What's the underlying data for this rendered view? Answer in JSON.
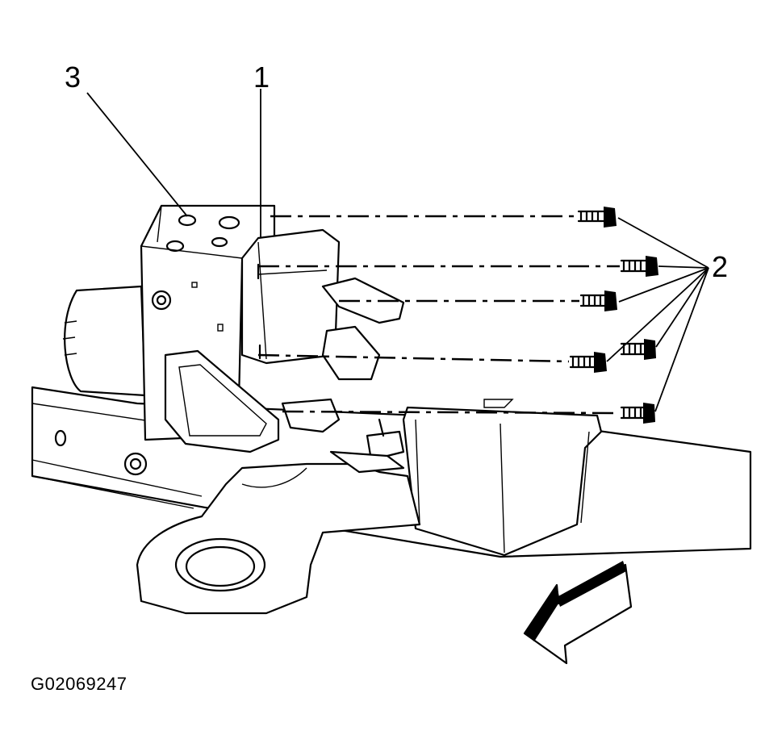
{
  "figure": {
    "id_label": "G02069247"
  },
  "callouts": [
    {
      "number": "1"
    },
    {
      "number": "2"
    },
    {
      "number": "3"
    }
  ],
  "components": {
    "frame_rail": "frame-rail",
    "crossmember": "crossmember",
    "abs_modulator": "abs-modulator",
    "bracket": "bracket",
    "bolts": 6,
    "direction_arrow": "front-arrow-icon"
  },
  "colors": {
    "ink": "#000000",
    "paper": "#ffffff"
  }
}
